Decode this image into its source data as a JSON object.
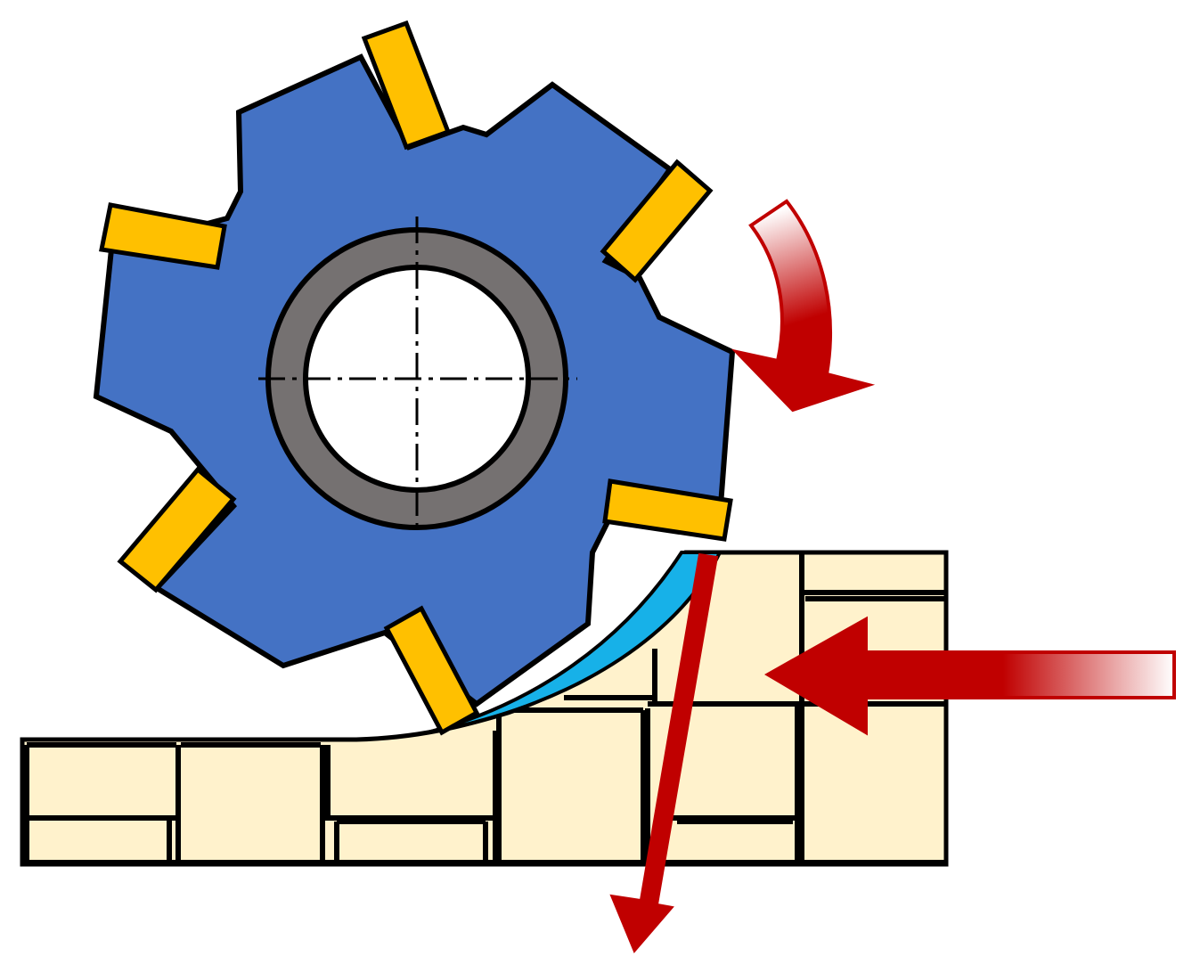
{
  "colors": {
    "background": "#ffffff",
    "cutter_body": "#4472c4",
    "cutter_outline": "#000000",
    "insert": "#ffc000",
    "hub_ring": "#757171",
    "bore": "#ffffff",
    "workpiece": "#fff2cc",
    "chip": "#17b1e8",
    "arrow_dark": "#c00000",
    "arrow_light": "#ffffff"
  },
  "icons": {
    "rotation_arrow": "curved-arrow-clockwise",
    "feed_arrow": "arrow-left",
    "force_arrow": "arrow-down"
  }
}
